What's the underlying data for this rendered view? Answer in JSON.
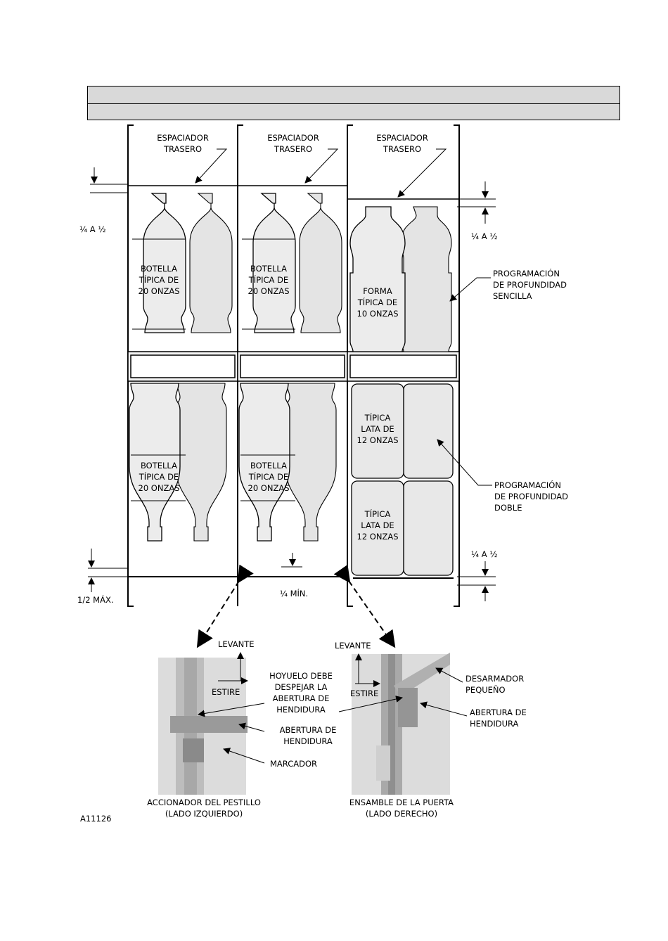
{
  "labels": {
    "rear_spacer_1": [
      "ESPACIADOR",
      "TRASERO"
    ],
    "rear_spacer_2": [
      "ESPACIADOR",
      "TRASERO"
    ],
    "rear_spacer_3": [
      "ESPACIADOR",
      "TRASERO"
    ],
    "bottle_20oz_top_left": [
      "BOTELLA",
      "TÍPICA DE",
      "20 ONZAS"
    ],
    "bottle_20oz_top_mid": [
      "BOTELLA",
      "TÍPICA DE",
      "20 ONZAS"
    ],
    "bottle_20oz_bot_left": [
      "BOTELLA",
      "TÍPICA DE",
      "20 ONZAS"
    ],
    "bottle_20oz_bot_mid": [
      "BOTELLA",
      "TÍPICA DE",
      "20 ONZAS"
    ],
    "form_10oz": [
      "FORMA",
      "TÍPICA DE",
      "10 ONZAS"
    ],
    "can_12oz_upper": [
      "TÍPICA",
      "LATA DE",
      "12 ONZAS"
    ],
    "can_12oz_lower": [
      "TÍPICA",
      "LATA DE",
      "12 ONZAS"
    ],
    "single_depth": [
      "PROGRAMACIÓN",
      "DE PROFUNDIDAD",
      "SENCILLA"
    ],
    "double_depth": [
      "PROGRAMACIÓN",
      "DE PROFUNDIDAD",
      "DOBLE"
    ],
    "dim_left_top": "¼ A ½",
    "dim_right_top": "¼ A ½",
    "dim_right_bottom": "¼ A ½",
    "dim_half_max": "1/2 MÁX.",
    "dim_quarter_min": "¼ MÍN.",
    "lift_left": "LEVANTE",
    "pull_left": "ESTIRE",
    "lift_right": "LEVANTE",
    "pull_right": "ESTIRE",
    "dimple_note": [
      "HOYUELO DEBE",
      "DESPEJAR LA",
      "ABERTURA DE",
      "HENDIDURA"
    ],
    "slot_opening_left": [
      "ABERTURA DE",
      "HENDIDURA"
    ],
    "marker": "MARCADOR",
    "small_screwdriver": [
      "DESARMADOR",
      "PEQUEÑO"
    ],
    "slot_opening_right": [
      "ABERTURA DE",
      "HENDIDURA"
    ],
    "latch_caption": [
      "ACCIONADOR DEL PESTILLO",
      "(LADO IZQUIERDO)"
    ],
    "door_caption": [
      "ENSAMBLE DE LA PUERTA",
      "(LADO DERECHO)"
    ],
    "figure_id": "A11126"
  }
}
